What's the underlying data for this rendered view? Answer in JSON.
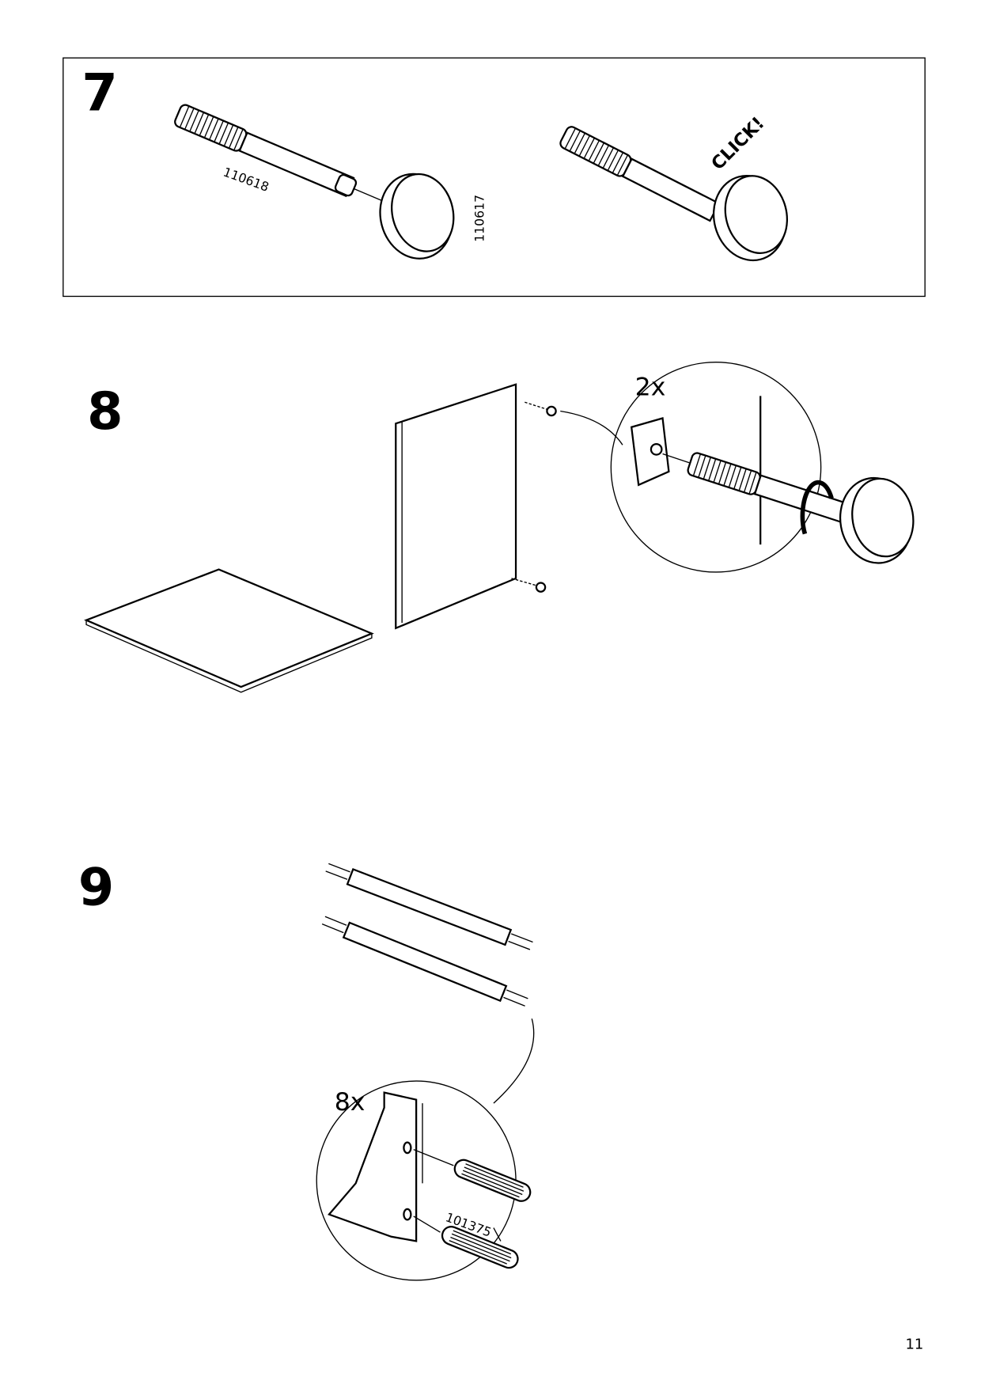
{
  "page_number": "11",
  "steps": [
    {
      "number": "7",
      "part_labels": [
        "110618",
        "110617"
      ],
      "annotation": "CLICK!"
    },
    {
      "number": "8",
      "quantity": "2x"
    },
    {
      "number": "9",
      "quantity": "8x",
      "part_labels": [
        "101375"
      ]
    }
  ]
}
